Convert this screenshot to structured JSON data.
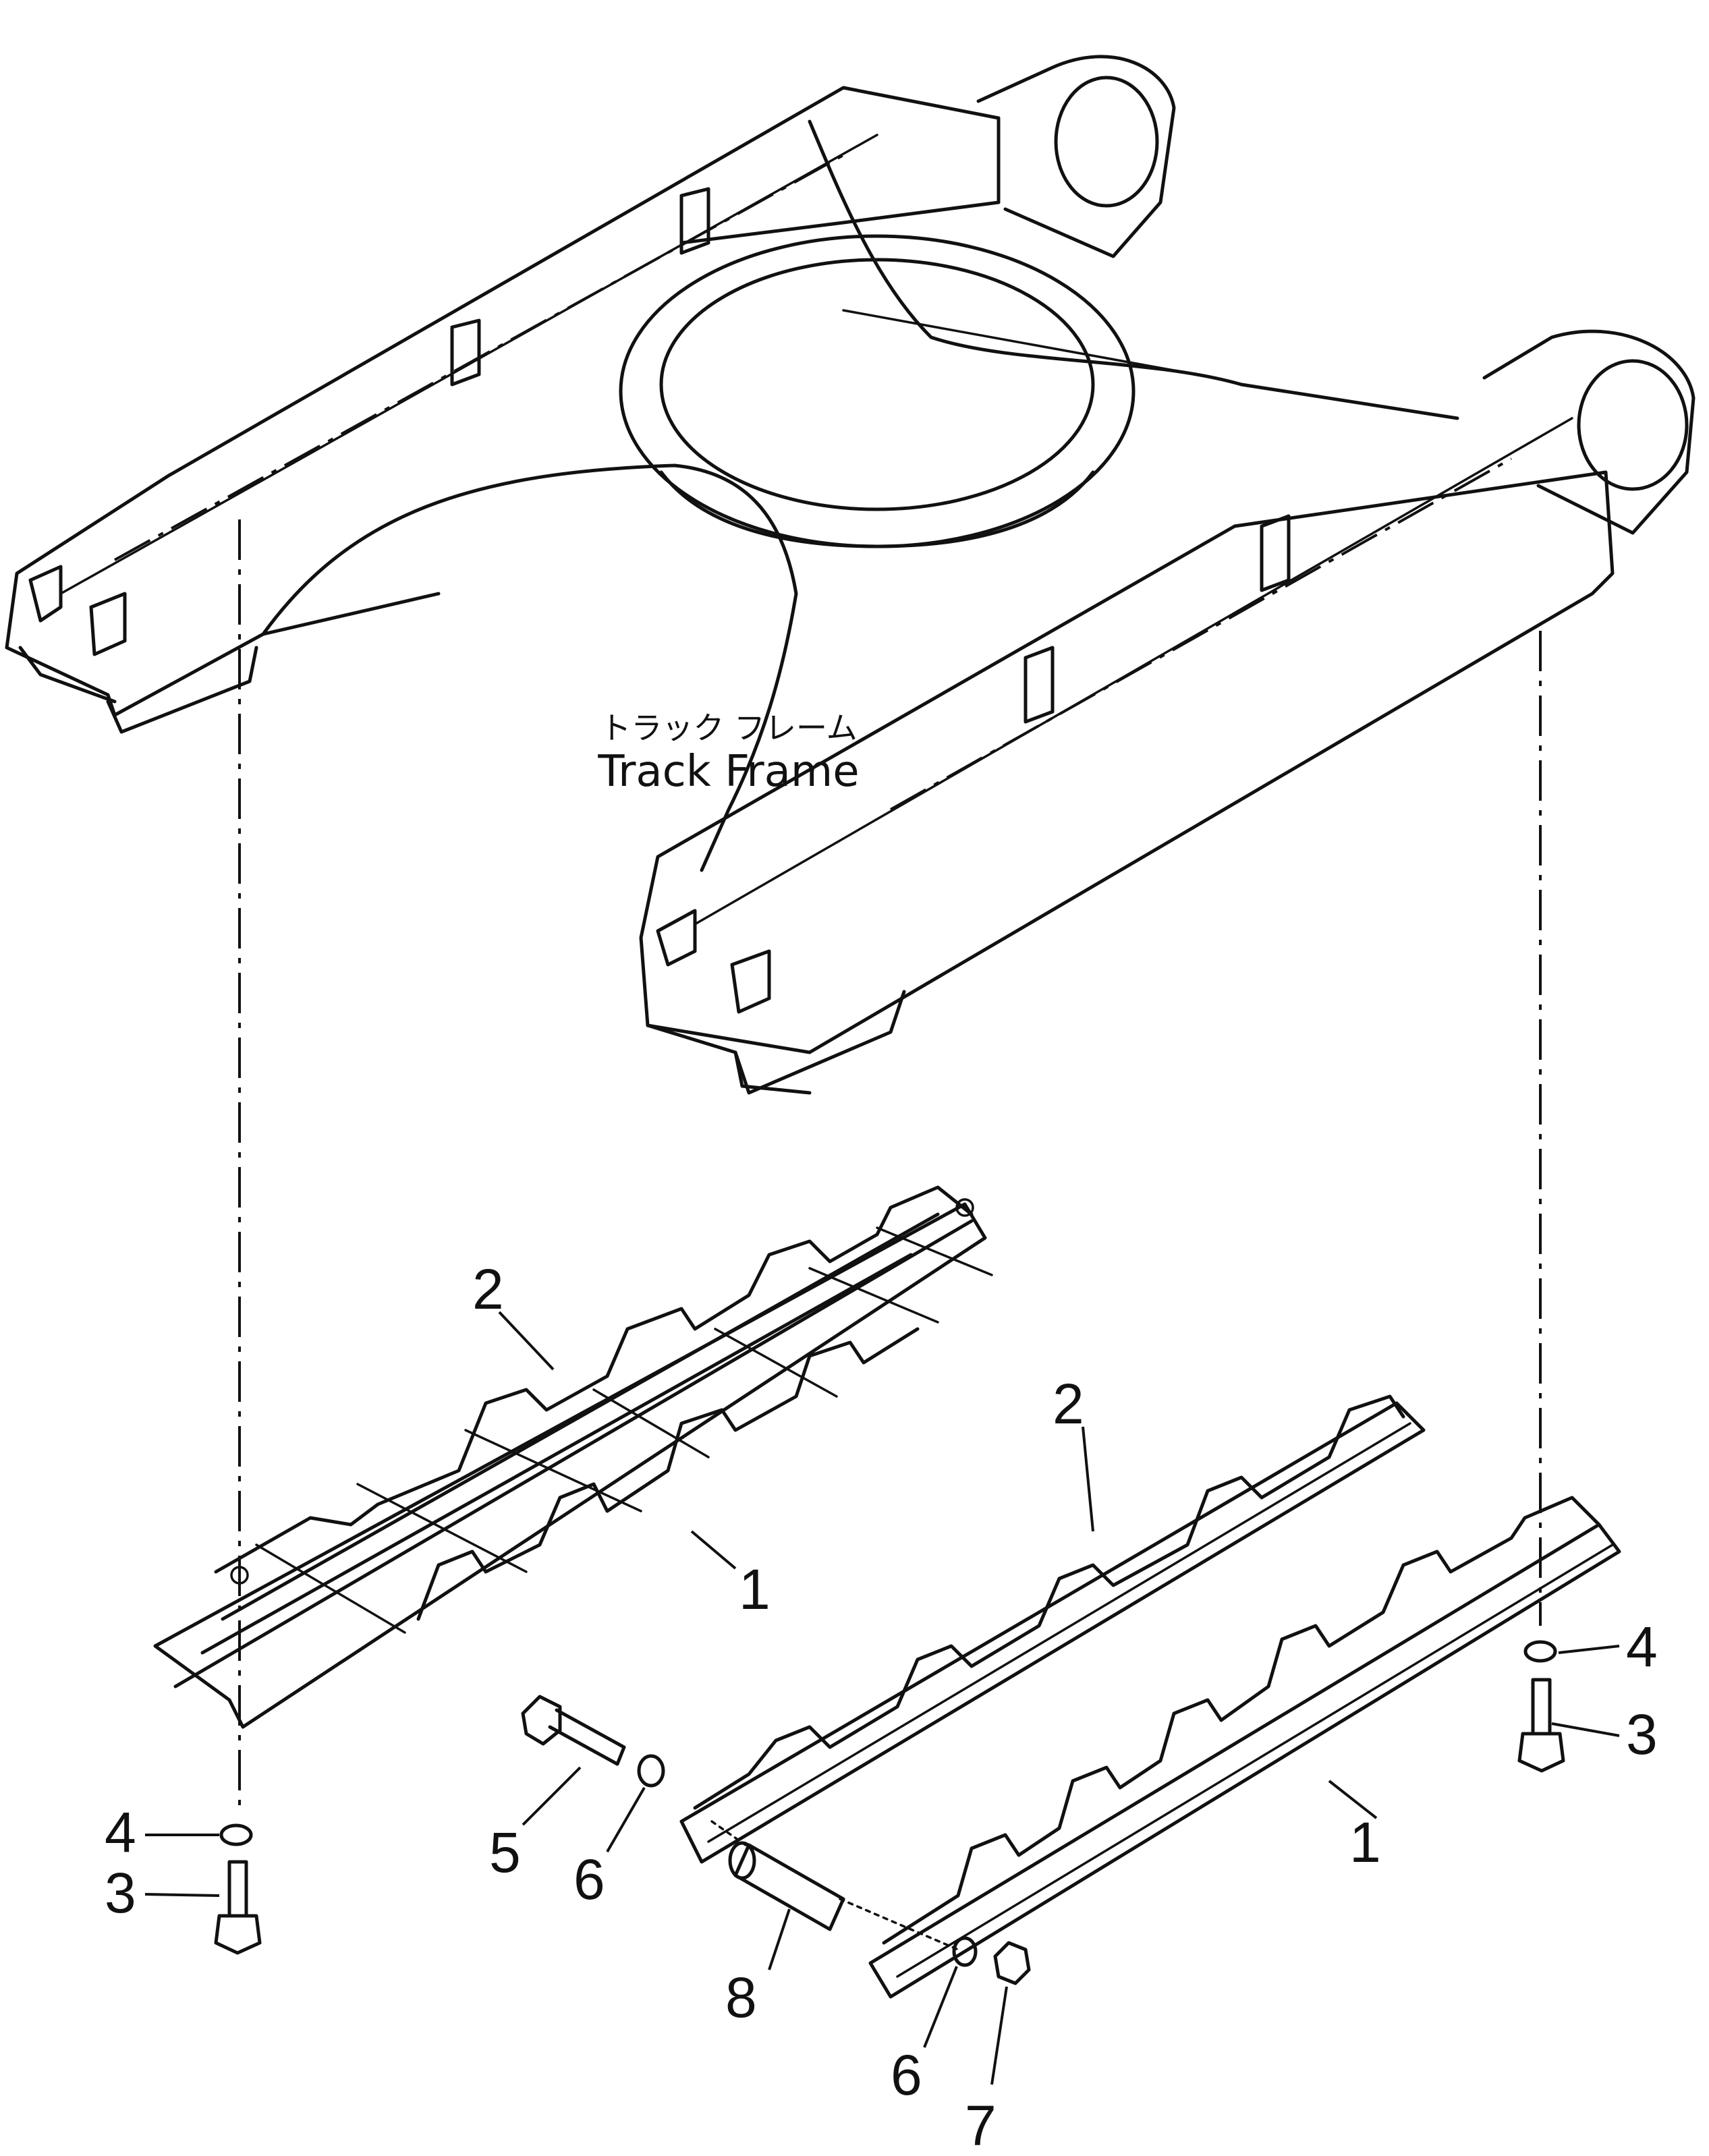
{
  "title_ja": "トラック フレーム",
  "title_en": "Track Frame",
  "callouts": {
    "c1a": "1",
    "c1b": "1",
    "c2a": "2",
    "c2b": "2",
    "c3a": "3",
    "c3b": "3",
    "c4a": "4",
    "c4b": "4",
    "c5": "5",
    "c6a": "6",
    "c6b": "6",
    "c7": "7",
    "c8": "8"
  }
}
